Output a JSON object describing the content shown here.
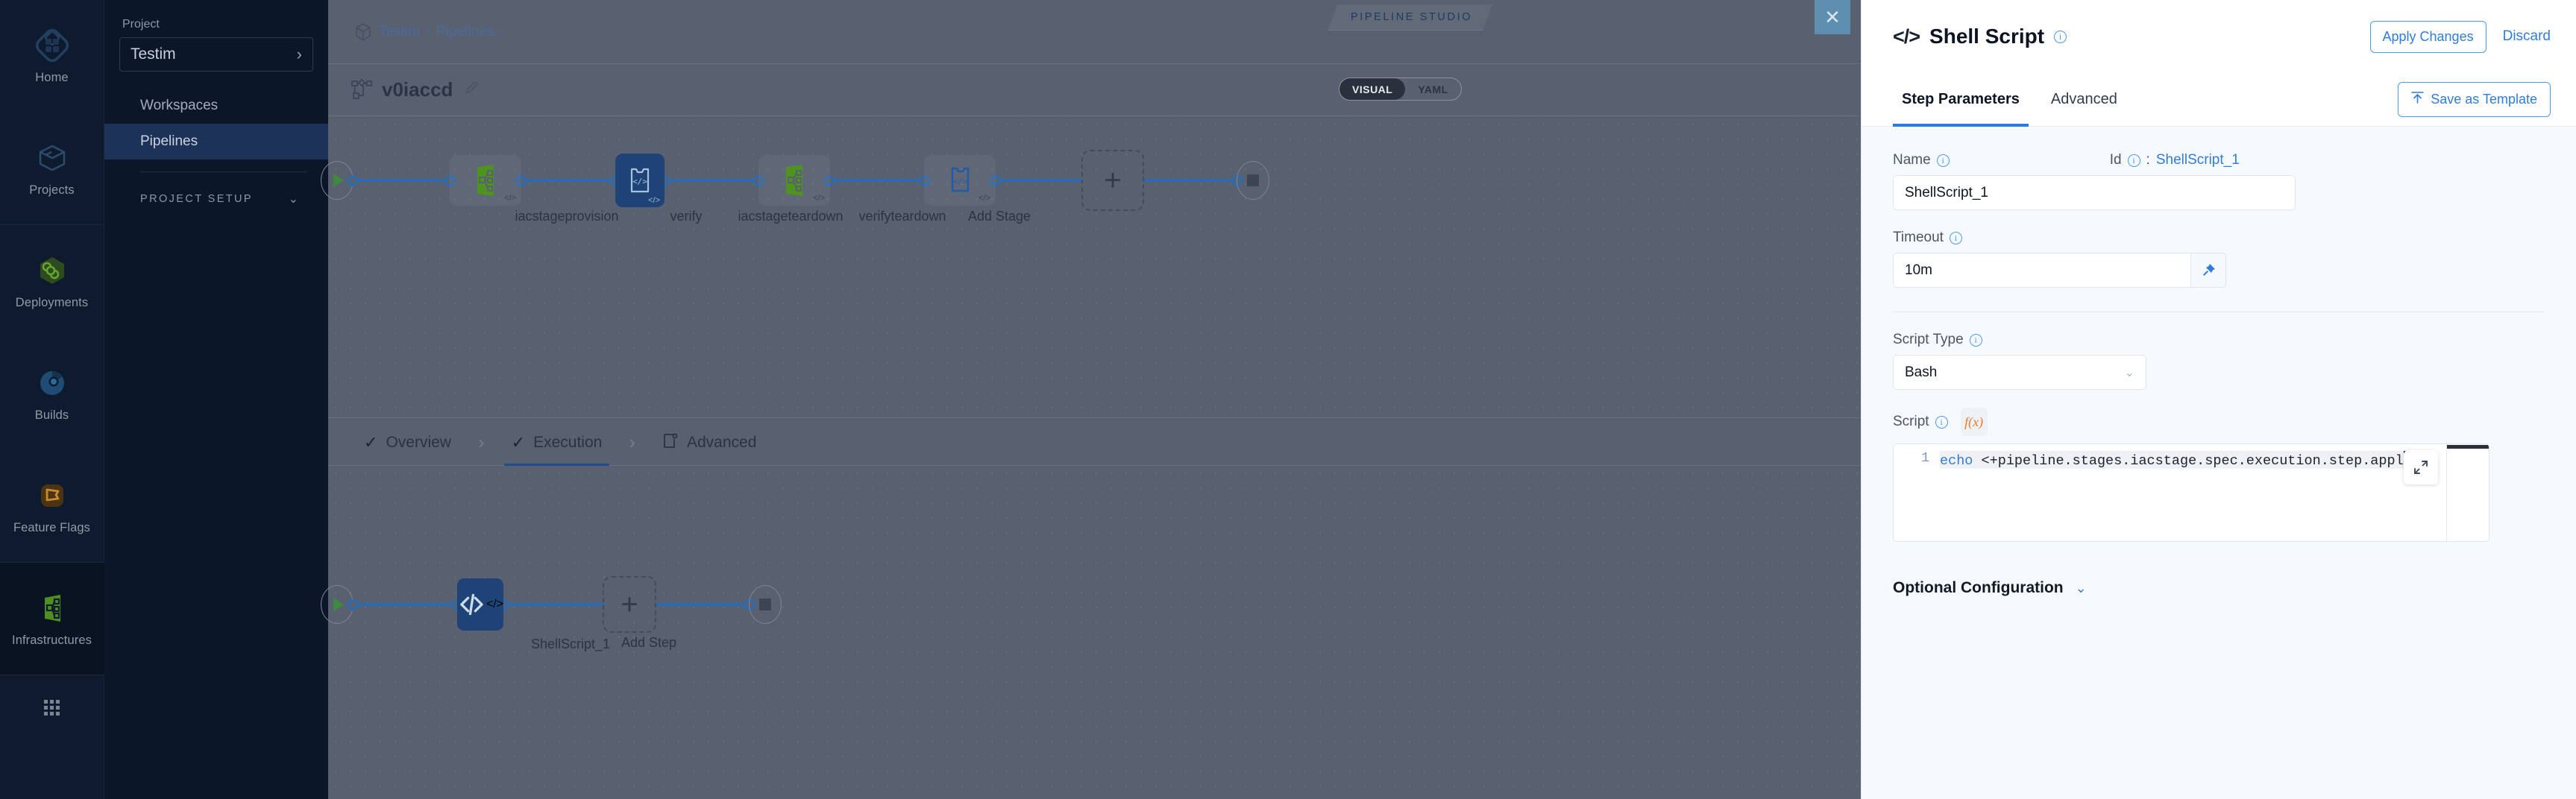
{
  "icon_rail": {
    "items": [
      {
        "label": "Home",
        "icon": "home-diamond-icon"
      },
      {
        "label": "Projects",
        "icon": "cube-icon"
      },
      {
        "label": "Deployments",
        "icon": "infinity-hex-icon"
      },
      {
        "label": "Builds",
        "icon": "pie-build-icon"
      },
      {
        "label": "Feature Flags",
        "icon": "flag-icon"
      },
      {
        "label": "Infrastructures",
        "icon": "infrastructure-icon"
      }
    ],
    "apps_button": "grid-apps-icon"
  },
  "project_nav": {
    "section_label": "Project",
    "project_name": "Testim",
    "items": [
      {
        "label": "Workspaces",
        "active": false
      },
      {
        "label": "Pipelines",
        "active": true
      }
    ],
    "setup_label": "PROJECT SETUP"
  },
  "main": {
    "breadcrumb": [
      "Testim",
      "Pipelines"
    ],
    "studio_badge": "PIPELINE STUDIO",
    "close_label": "✕",
    "pipeline_title": "v0iaccd",
    "view_toggle": {
      "options": [
        "VISUAL",
        "YAML"
      ],
      "selected": "VISUAL"
    },
    "stages": [
      {
        "label": "iacstageprovision",
        "type": "infrastructure",
        "selected": false
      },
      {
        "label": "verify",
        "type": "custom",
        "selected": true
      },
      {
        "label": "iacstageteardown",
        "type": "infrastructure",
        "selected": false
      },
      {
        "label": "verifyteardown",
        "type": "custom",
        "selected": false
      }
    ],
    "add_stage_label": "Add Stage",
    "stage_tabs": [
      {
        "label": "Overview",
        "state": "done",
        "active": false
      },
      {
        "label": "Execution",
        "state": "done",
        "active": true
      },
      {
        "label": "Advanced",
        "state": "icon",
        "active": false
      }
    ],
    "steps": [
      {
        "label": "ShellScript_1",
        "selected": true
      }
    ],
    "add_step_label": "Add Step"
  },
  "panel": {
    "header": {
      "code_glyph": "</>",
      "title": "Shell Script",
      "info_icon": "info-icon",
      "apply_label": "Apply Changes",
      "discard_label": "Discard"
    },
    "tabs": [
      {
        "label": "Step Parameters",
        "selected": true
      },
      {
        "label": "Advanced",
        "selected": false
      }
    ],
    "save_template_label": "Save as Template",
    "fields": {
      "name_label": "Name",
      "name_value": "ShellScript_1",
      "id_label": "Id",
      "id_separator": ":",
      "id_value": "ShellScript_1",
      "timeout_label": "Timeout",
      "timeout_value": "10m",
      "pin_icon": "pin-icon",
      "script_type_label": "Script Type",
      "script_type_value": "Bash",
      "script_label": "Script",
      "fx_label": "f(x)",
      "script_line_number": "1",
      "script_keyword": "echo",
      "script_rest": " <+pipeline.stages.iacstage.spec.execution.step.appl",
      "expand_icon": "expand-icon"
    },
    "optional_configuration_label": "Optional Configuration"
  },
  "colors": {
    "accent_blue": "#2b7ae0",
    "node_blue": "#1d4377",
    "wire_blue": "#2b6cb0",
    "panel_bg": "#f7fafd",
    "rail_bg": "#0e1b2e",
    "dim_overlay": "#596170"
  }
}
